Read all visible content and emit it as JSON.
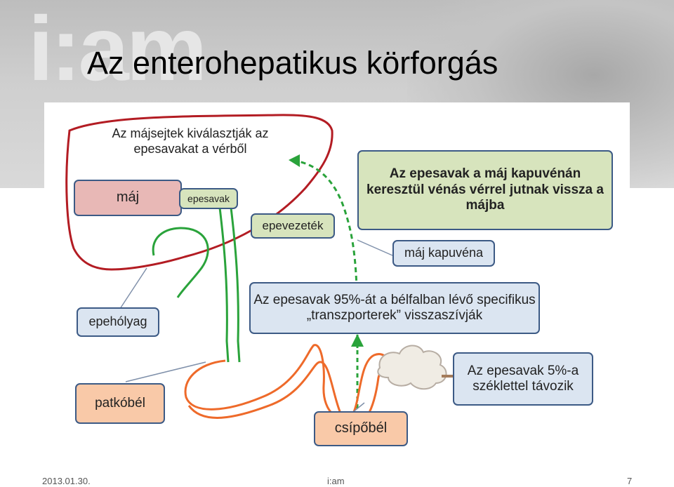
{
  "slide": {
    "title": "Az enterohepatikus körforgás",
    "brand": "i:am"
  },
  "labels": {
    "top_note": "Az májsejtek kiválasztják az epesavakat a vérből",
    "maj": "máj",
    "epesavak": "epesavak",
    "epevezetek": "epevezeték",
    "kapuvena_box": "Az epesavak a máj kapuvénán keresztül vénás vérrel jutnak vissza a májba",
    "maj_kapuvena": "máj kapuvéna",
    "ephelyag": "epehólyag",
    "reabsorb": "Az epesavak 95%-át a bélfalban lévő specifikus „transzporterek” visszaszívják",
    "excrete": "Az epesavak 5%-a széklettel távozik",
    "patkobel": "patkóbél",
    "csipobel": "csípőbél"
  },
  "footer": {
    "date": "2013.01.30.",
    "center": "i:am",
    "page": "7"
  },
  "colors": {
    "liver_outline": "#b31c23",
    "duct_green": "#2aa33b",
    "intestine_orange": "#ee6a2a",
    "box_border": "#3c5a85",
    "box_pink": "#e8b8b6",
    "box_green": "#d7e4bd",
    "box_lightblue": "#dbe5f1",
    "box_peach": "#f9c9a8"
  }
}
